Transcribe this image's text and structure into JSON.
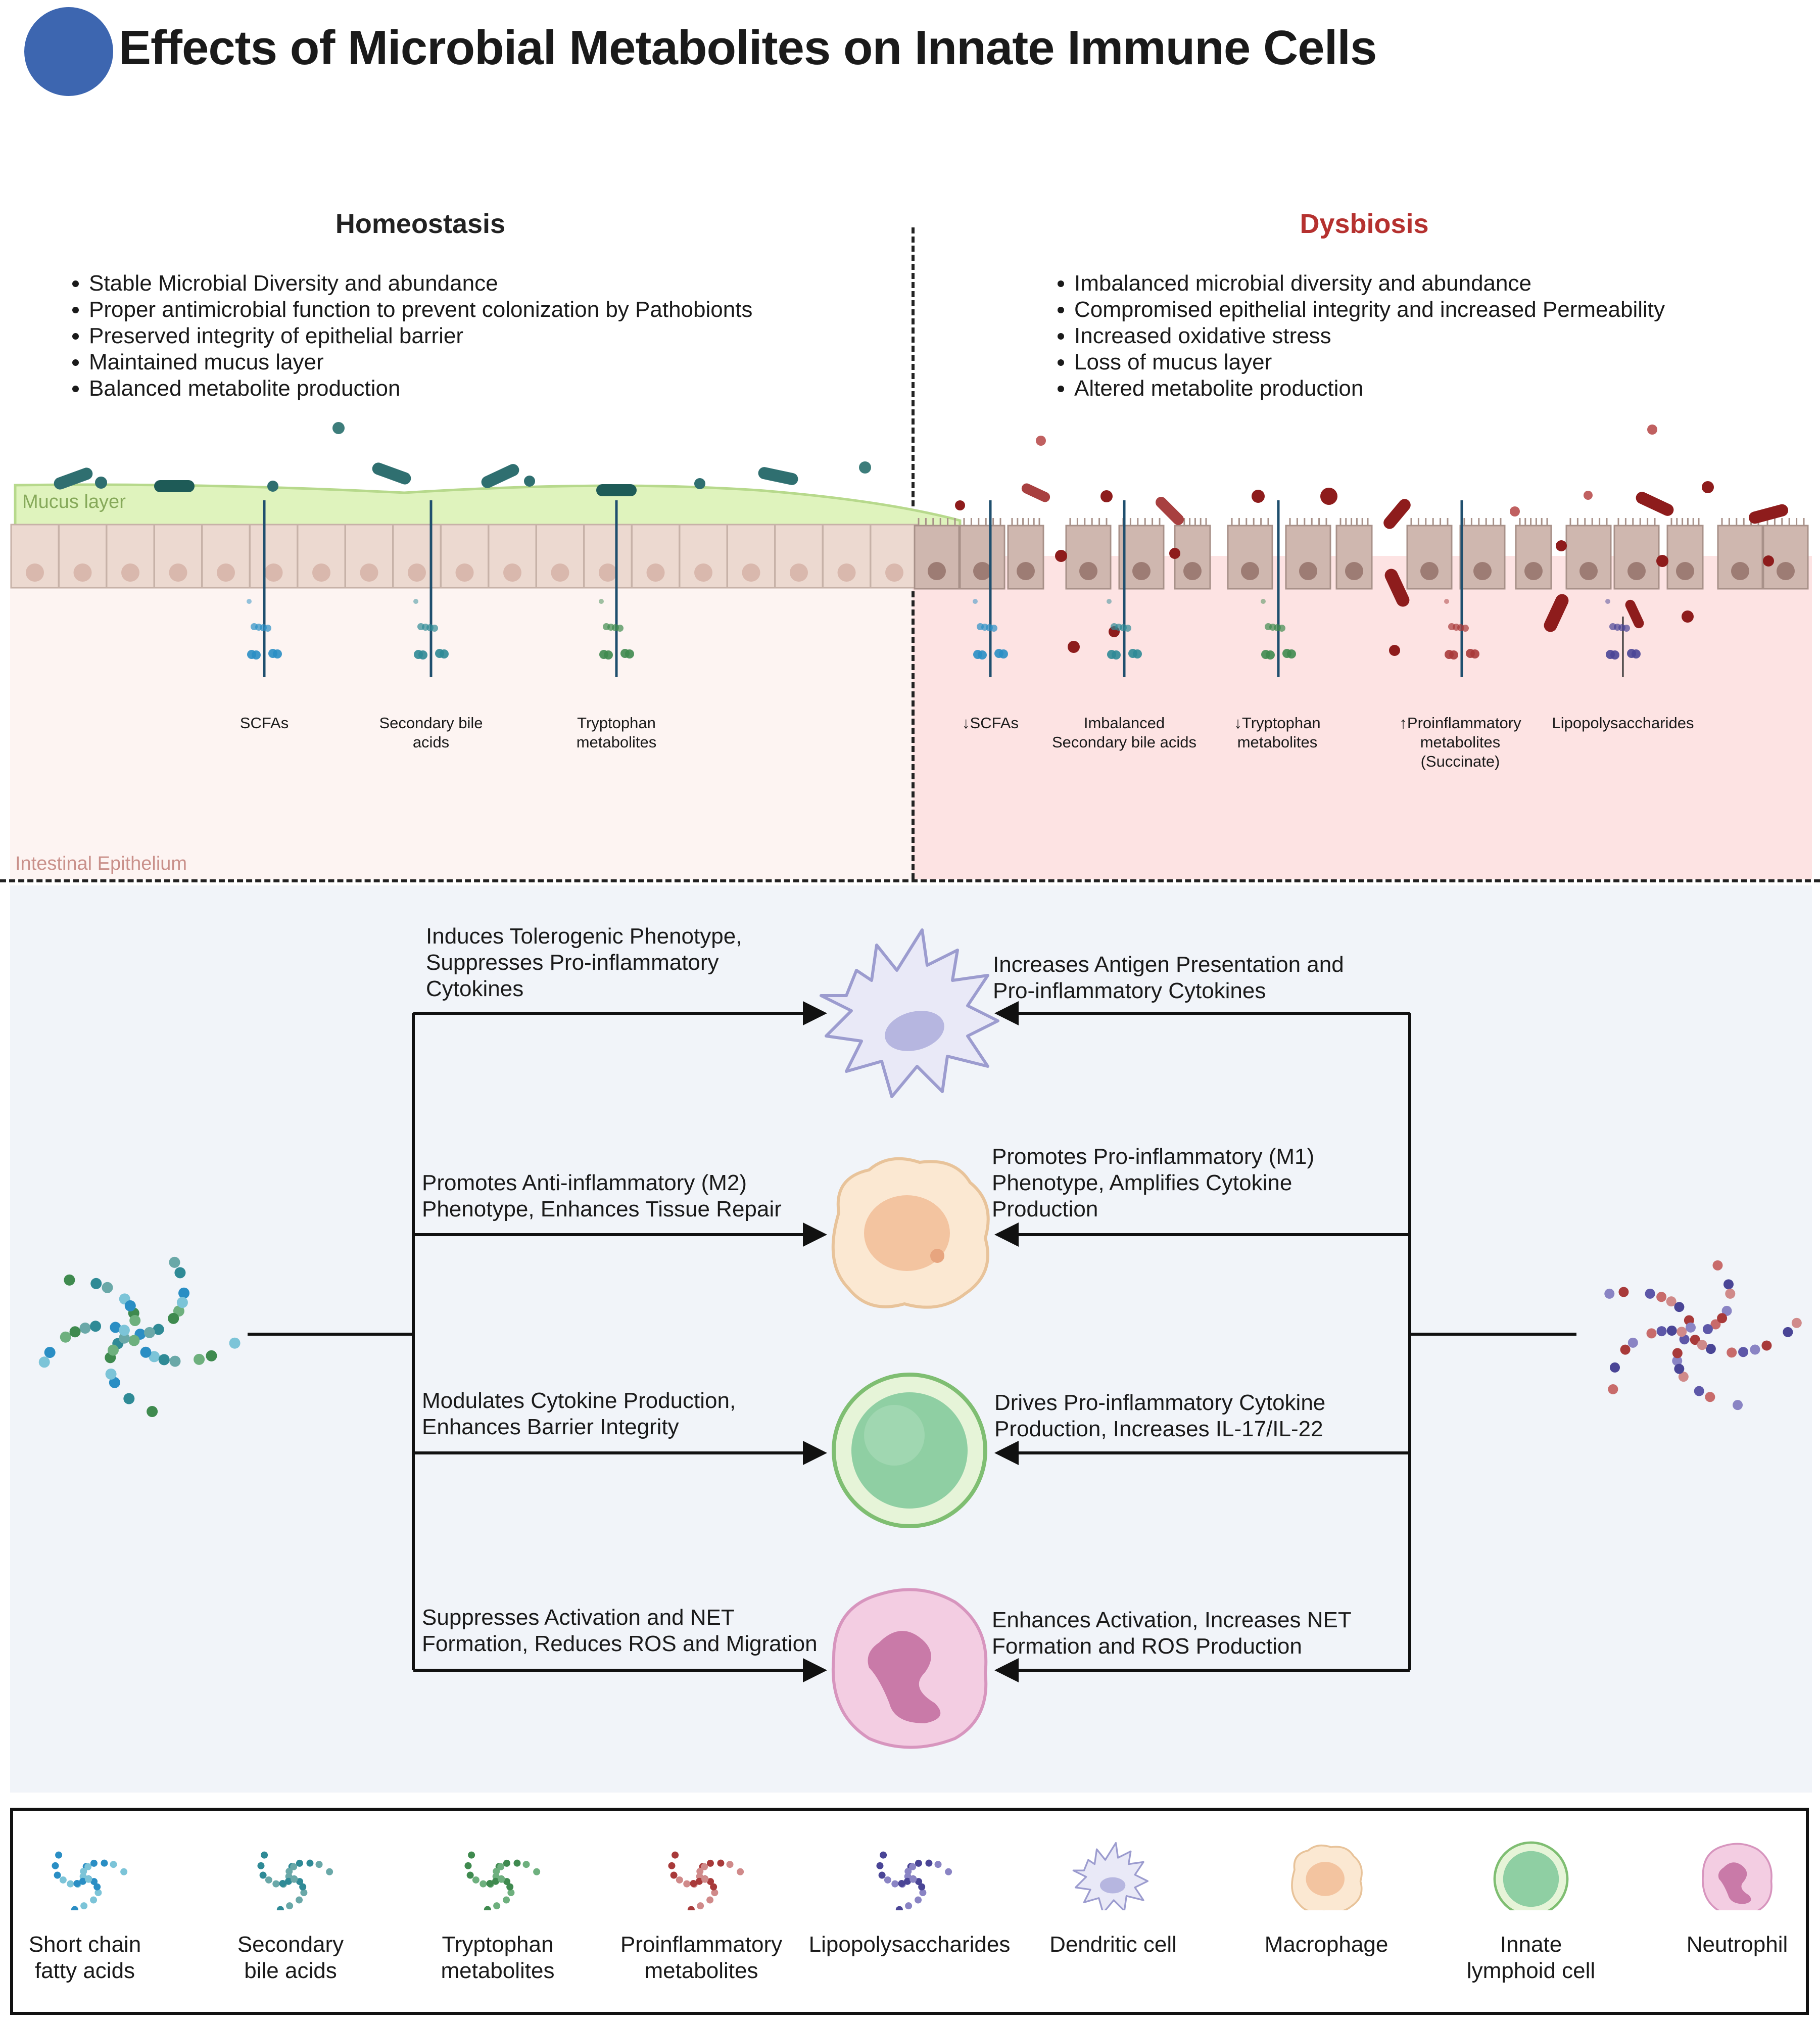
{
  "title": "Effects of Microbial Metabolites on Innate Immune Cells",
  "homeostasis": {
    "heading": "Homeostasis",
    "bullets": [
      "Stable Microbial Diversity and abundance",
      "Proper antimicrobial function to prevent colonization by Pathobionts",
      "Preserved integrity of epithelial barrier",
      "Maintained mucus layer",
      "Balanced metabolite production"
    ],
    "metabolites": [
      {
        "line1": "SCFAs",
        "line2": ""
      },
      {
        "line1": "Secondary bile",
        "line2": "acids"
      },
      {
        "line1": "Tryptophan",
        "line2": "metabolites"
      }
    ]
  },
  "dysbiosis": {
    "heading": "Dysbiosis",
    "bullets": [
      "Imbalanced microbial diversity and abundance",
      "Compromised epithelial integrity and increased Permeability",
      "Increased oxidative stress",
      "Loss of mucus layer",
      "Altered metabolite production"
    ],
    "metabolites": [
      {
        "line1": "↓SCFAs",
        "line2": "",
        "line3": ""
      },
      {
        "line1": "Imbalanced",
        "line2": "Secondary bile acids",
        "line3": ""
      },
      {
        "line1": "↓Tryptophan",
        "line2": "metabolites",
        "line3": ""
      },
      {
        "line1": "↑Proinflammatory",
        "line2": "metabolites",
        "line3": "(Succinate)"
      },
      {
        "line1": "Lipopolysaccharides",
        "line2": "",
        "line3": ""
      }
    ]
  },
  "labels": {
    "mucus_layer": "Mucus layer",
    "intestinal_epithelium": "Intestinal Epithelium"
  },
  "effects": {
    "dendritic": {
      "left": [
        "Induces Tolerogenic Phenotype,",
        "Suppresses Pro-inflammatory",
        "Cytokines"
      ],
      "right": [
        "Increases Antigen Presentation and",
        "Pro-inflammatory Cytokines"
      ]
    },
    "macrophage": {
      "left": [
        "Promotes Anti-inflammatory (M2)",
        "Phenotype, Enhances Tissue Repair"
      ],
      "right": [
        "Promotes Pro-inflammatory (M1)",
        "Phenotype, Amplifies Cytokine",
        "Production"
      ]
    },
    "ilc": {
      "left": [
        "Modulates Cytokine Production,",
        "Enhances Barrier Integrity"
      ],
      "right": [
        "Drives Pro-inflammatory Cytokine",
        "Production, Increases IL-17/IL-22"
      ]
    },
    "neutrophil": {
      "left": [
        "Suppresses Activation and NET",
        "Formation, Reduces ROS and Migration"
      ],
      "right": [
        "Enhances Activation, Increases NET",
        "Formation and ROS Production"
      ]
    }
  },
  "legend": [
    {
      "line1": "Short chain",
      "line2": "fatty acids"
    },
    {
      "line1": "Secondary",
      "line2": "bile acids"
    },
    {
      "line1": "Tryptophan",
      "line2": "metabolites"
    },
    {
      "line1": "Proinflammatory",
      "line2": "metabolites"
    },
    {
      "line1": "Lipopolysaccharides",
      "line2": ""
    },
    {
      "line1": "Dendritic cell",
      "line2": ""
    },
    {
      "line1": "Macrophage",
      "line2": ""
    },
    {
      "line1": "Innate",
      "line2": "lymphoid cell"
    },
    {
      "line1": "Neutrophil",
      "line2": ""
    }
  ],
  "colors": {
    "title_circle": "#3d66b0",
    "dysbiosis_heading": "#b5312f",
    "mucus": "#d9f0b6",
    "homeo_bg": "#fdf4f2",
    "dysbiosis_bg": "#fde3e3",
    "lower_bg": "#f1f4f9",
    "scfa": "#2a8ec4",
    "bile": "#2f8a96",
    "trp": "#3f8a4f",
    "proinflam": "#a83a3a",
    "lps": "#4a4596"
  }
}
